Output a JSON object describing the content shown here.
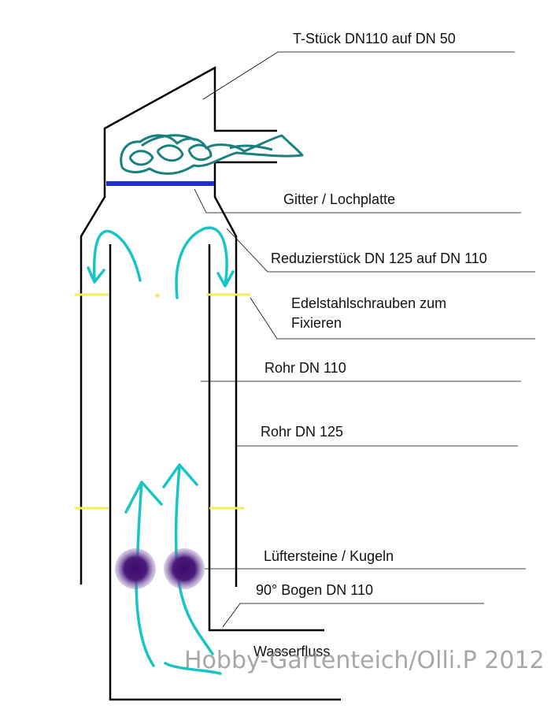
{
  "labels": {
    "t_stueck": "T-Stück DN110 auf DN 50",
    "gitter": "Gitter / Lochplatte",
    "reduzier": "Reduzierstück DN 125 auf DN 110",
    "schrauben_1": "Edelstahlschrauben zum",
    "schrauben_2": "Fixieren",
    "rohr110": "Rohr DN 110",
    "rohr125": "Rohr DN 125",
    "lufter": "Lüftersteine / Kugeln",
    "bogen": "90° Bogen DN 110",
    "wasser": "Wasserfluss"
  },
  "watermark": "Hobby-Gartenteich/Olli.P 2012",
  "colors": {
    "pipe": "#000000",
    "gitter": "#1f2fc8",
    "flow": "#19c4c4",
    "filter_media": "#1a7f7f",
    "screws": "#f3ee55",
    "stones": "#4b1a7a",
    "leader": "#000000"
  }
}
